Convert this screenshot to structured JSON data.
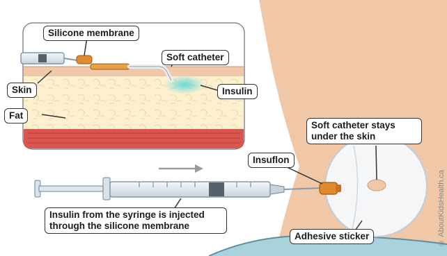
{
  "labels": {
    "silicone_membrane": "Silicone membrane",
    "soft_catheter": "Soft catheter",
    "skin": "Skin",
    "insulin": "Insulin",
    "fat": "Fat",
    "catheter_stays": "Soft catheter stays under the skin",
    "insuflon": "Insuflon",
    "syringe_note": "Insulin from the syringe is injected through the silicone membrane",
    "adhesive_sticker": "Adhesive sticker"
  },
  "credit": "© AboutKidsHealth.ca",
  "colors": {
    "skin_tone": "#f0c8a8",
    "fat": "#fdf0cf",
    "muscle": "#d9564f",
    "catheter": "#e08a2e",
    "shirt": "#a9d2dc"
  }
}
